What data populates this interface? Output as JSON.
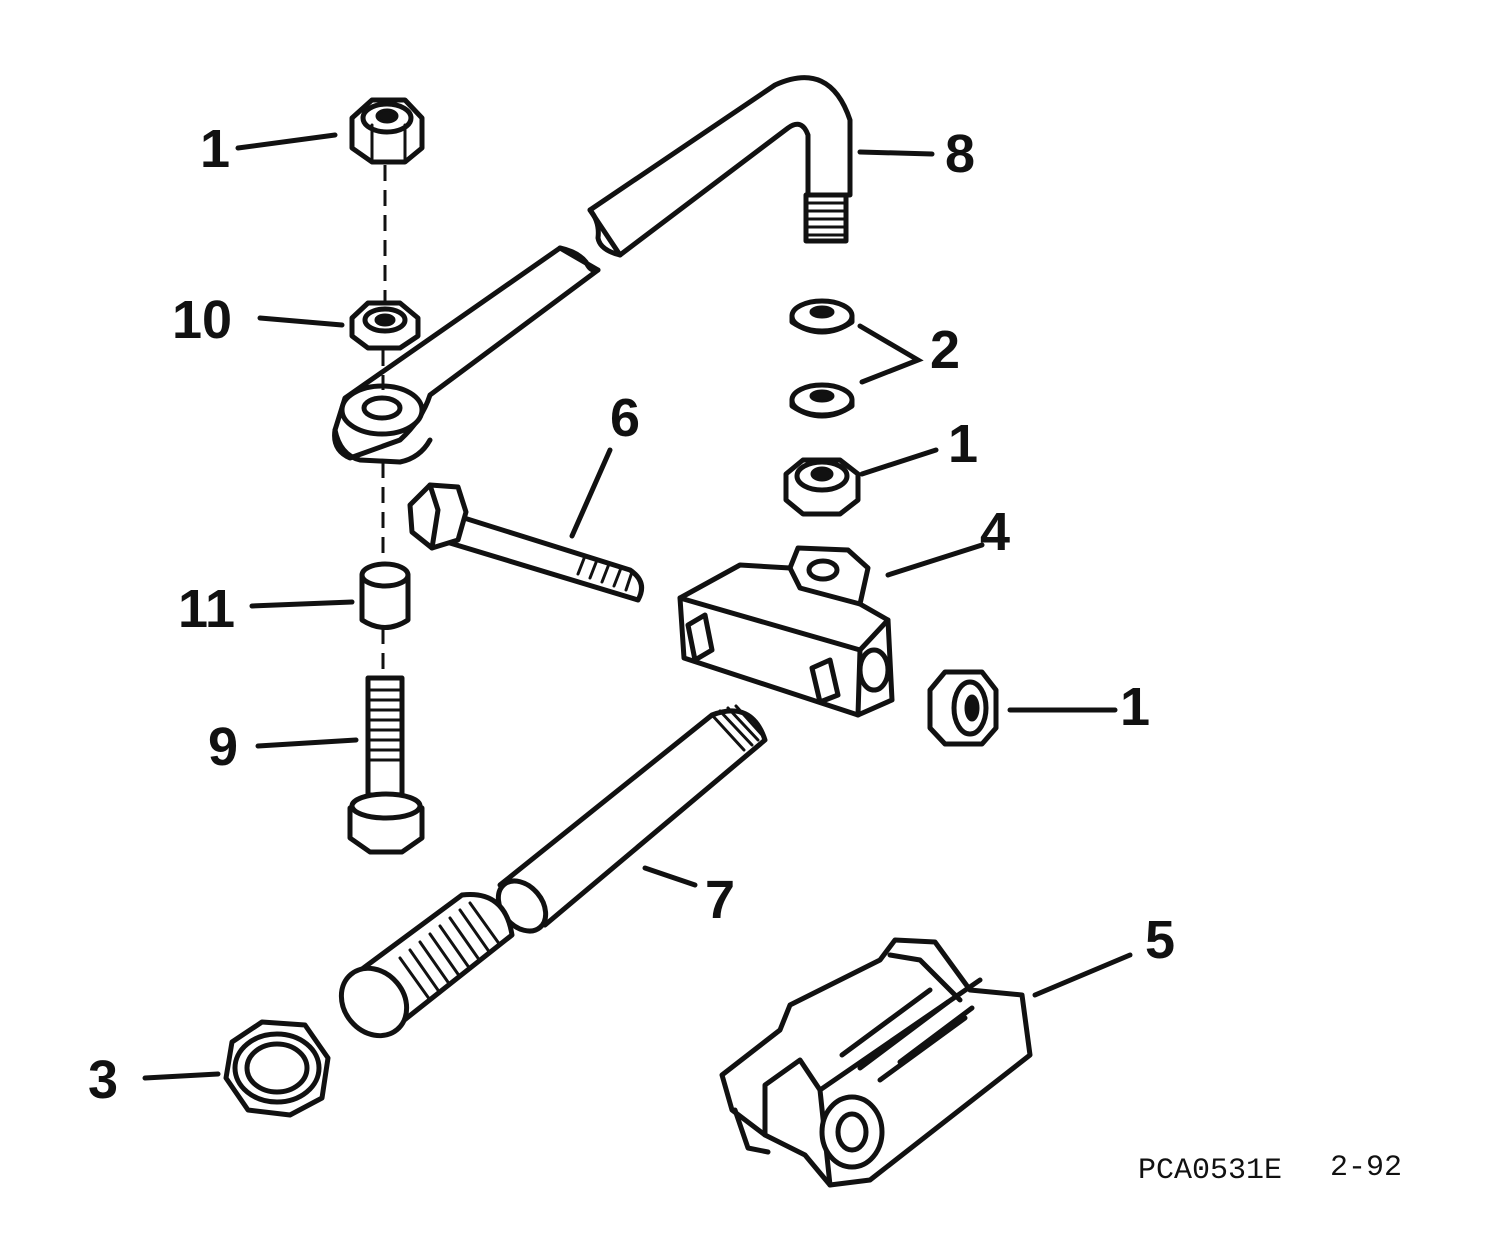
{
  "callouts": {
    "c1a": "1",
    "c8": "8",
    "c10": "10",
    "c2": "2",
    "c1b": "1",
    "c6": "6",
    "c4": "4",
    "c11": "11",
    "c1c": "1",
    "c9": "9",
    "c7": "7",
    "c5": "5",
    "c3": "3"
  },
  "caption": {
    "code": "PCA0531E",
    "page": "2-92"
  },
  "parts": [
    {
      "number": "1",
      "name": "nut"
    },
    {
      "number": "2",
      "name": "washer"
    },
    {
      "number": "3",
      "name": "nut"
    },
    {
      "number": "4",
      "name": "link-block"
    },
    {
      "number": "5",
      "name": "steering-bracket"
    },
    {
      "number": "6",
      "name": "bolt"
    },
    {
      "number": "7",
      "name": "tube"
    },
    {
      "number": "8",
      "name": "steering-link-rod"
    },
    {
      "number": "9",
      "name": "bolt"
    },
    {
      "number": "10",
      "name": "washer"
    },
    {
      "number": "11",
      "name": "spacer"
    }
  ]
}
